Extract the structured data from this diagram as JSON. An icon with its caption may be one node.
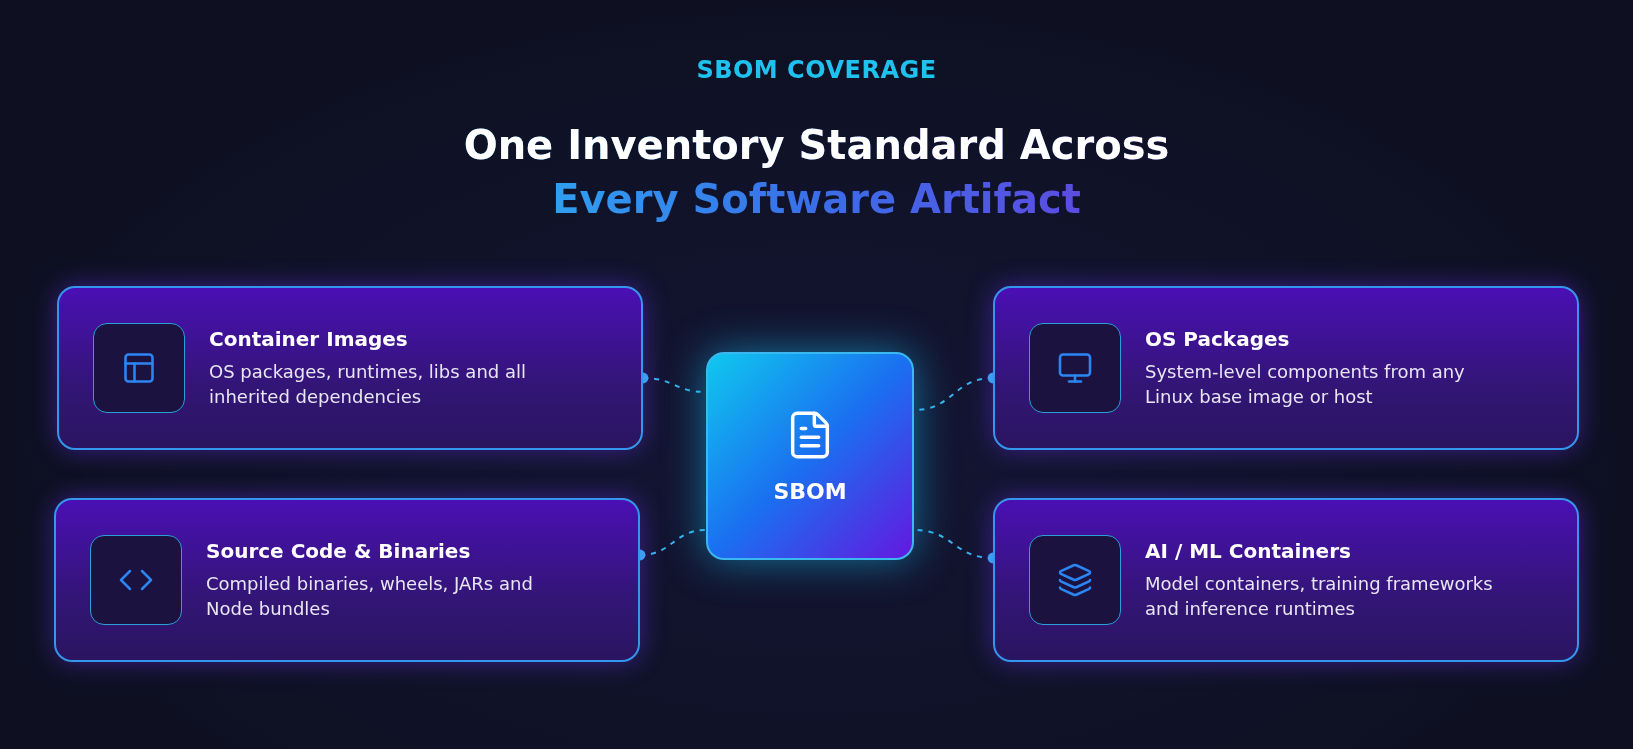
{
  "diagram": {
    "title": "One Inventory Standard Across Every Software Artifact",
    "nodes": [
      {
        "text": [
          "Container Images",
          "OS packages, runtimes, libs and all inherited dependencies"
        ]
      },
      {
        "text": [
          "OS Packages",
          "System-level components from any Linux base image or host"
        ]
      },
      {
        "text": [
          "SBOM"
        ]
      },
      {
        "text": [
          "Source Code & Binaries",
          "Compiled binaries, wheels, JARs and Node bundles"
        ]
      },
      {
        "text": [
          "AI / ML Containers",
          "Model containers, training frameworks and inference runtimes"
        ]
      }
    ],
    "edges": [
      {
        "from": 0,
        "to": 2,
        "arrow": "other",
        "style": "dashed"
      },
      {
        "from": 1,
        "to": 2,
        "arrow": "other",
        "style": "dashed"
      },
      {
        "from": 3,
        "to": 2,
        "arrow": "other",
        "style": "dashed"
      },
      {
        "from": 4,
        "to": 2,
        "arrow": "other",
        "style": "dashed"
      }
    ],
    "labels": [
      "SBOM COVERAGE"
    ]
  }
}
